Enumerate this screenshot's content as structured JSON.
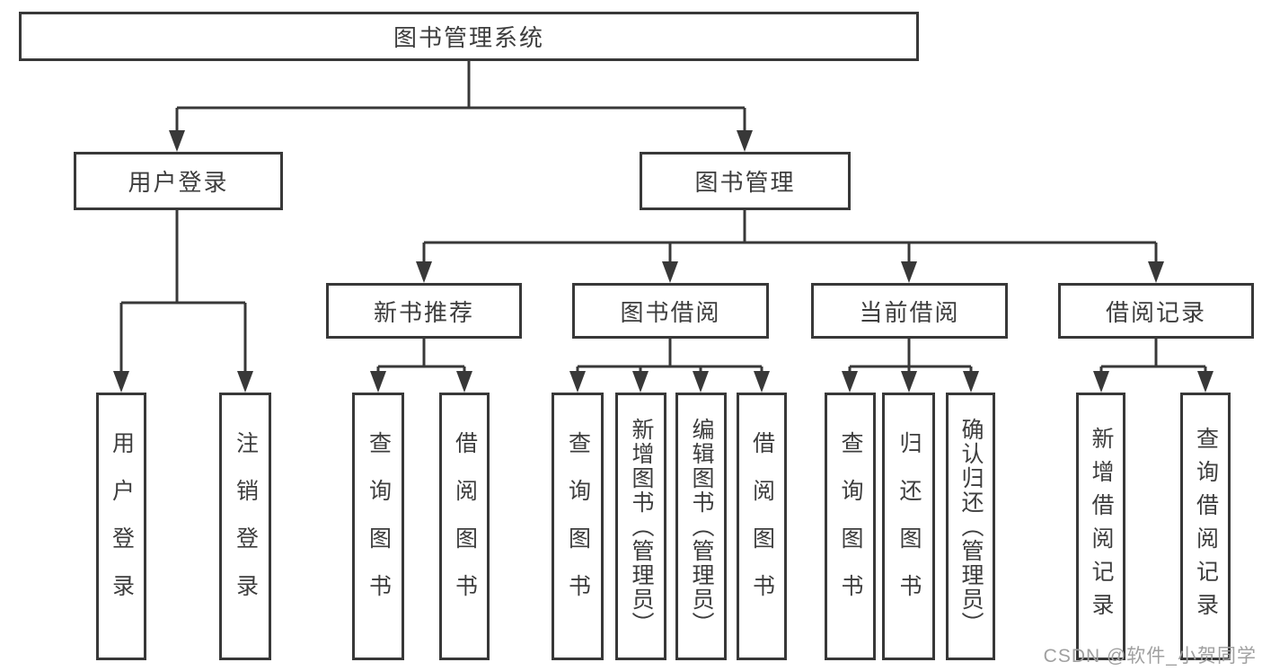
{
  "diagram": {
    "root": {
      "label": "图书管理系统"
    },
    "level2": [
      {
        "label": "用户登录",
        "children": [
          {
            "label": "用户登录"
          },
          {
            "label": "注销登录"
          }
        ]
      },
      {
        "label": "图书管理",
        "children": [
          {
            "label": "新书推荐",
            "children": [
              {
                "label": "查询图书"
              },
              {
                "label": "借阅图书"
              }
            ]
          },
          {
            "label": "图书借阅",
            "children": [
              {
                "label": "查询图书"
              },
              {
                "label": "新增图书（管理员）"
              },
              {
                "label": "编辑图书（管理员）"
              },
              {
                "label": "借阅图书"
              }
            ]
          },
          {
            "label": "当前借阅",
            "children": [
              {
                "label": "查询图书"
              },
              {
                "label": "归还图书"
              },
              {
                "label": "确认归还（管理员）"
              }
            ]
          },
          {
            "label": "借阅记录",
            "children": [
              {
                "label": "新增借阅记录"
              },
              {
                "label": "查询借阅记录"
              }
            ]
          }
        ]
      }
    ]
  },
  "watermark": {
    "text": "CSDN @软件_小贺同学"
  },
  "colors": {
    "line": "#383838",
    "text": "#3d3d3d",
    "watermark": "#a0a0a0",
    "background": "#ffffff"
  }
}
